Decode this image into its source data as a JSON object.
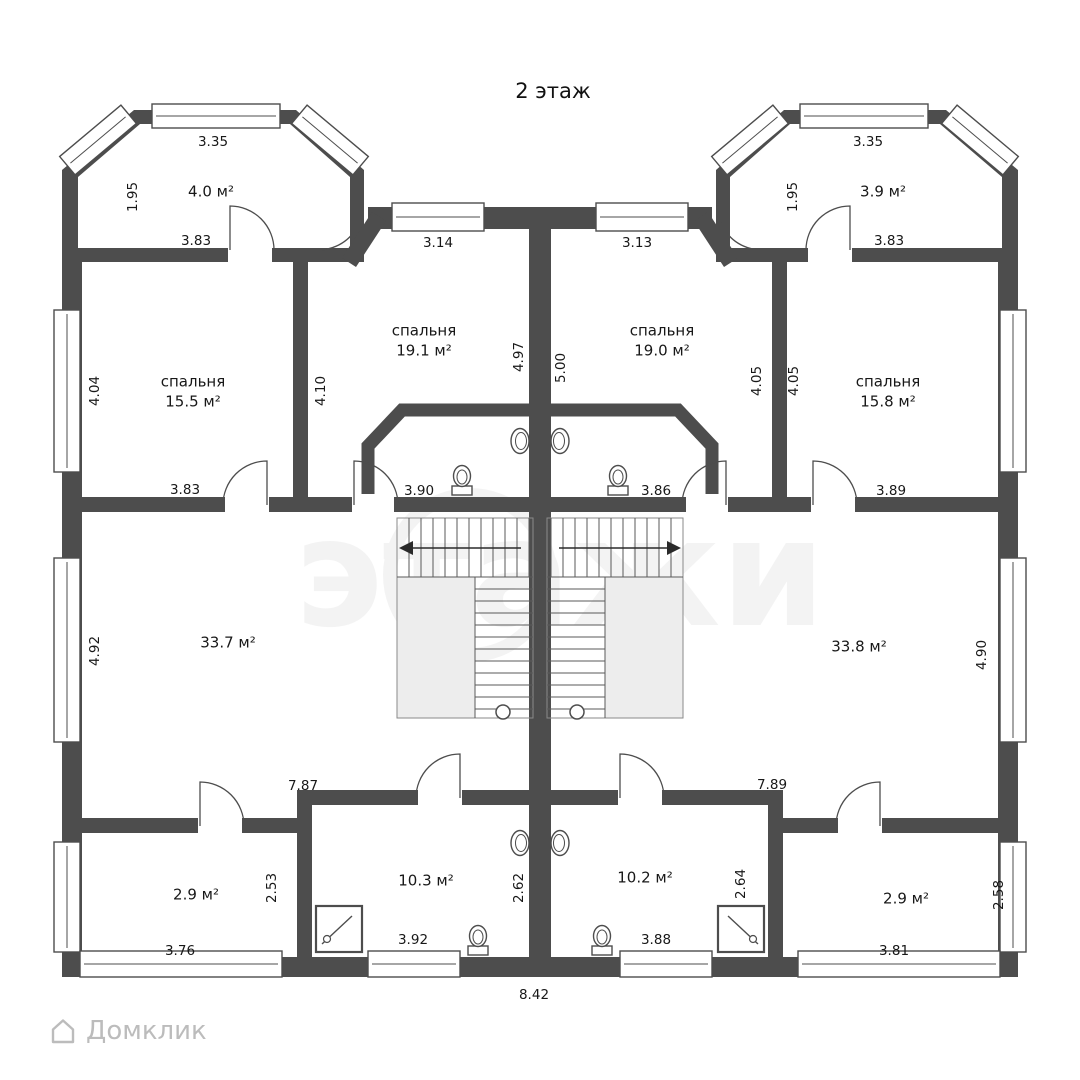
{
  "title": "2 этаж",
  "watermark": {
    "brand": "Домклик",
    "stamp": "этажи"
  },
  "plan": {
    "rooms": {
      "bay_left_area": "4.0 м²",
      "bay_right_area": "3.9 м²",
      "bedroom_left_center": {
        "name": "спальня",
        "area": "19.1 м²"
      },
      "bedroom_right_center": {
        "name": "спальня",
        "area": "19.0 м²"
      },
      "bedroom_left": {
        "name": "спальня",
        "area": "15.5 м²"
      },
      "bedroom_right": {
        "name": "спальня",
        "area": "15.8 м²"
      },
      "living_left": "33.7 м²",
      "living_right": "33.8 м²",
      "bath_left": "10.3 м²",
      "bath_right": "10.2 м²",
      "small_left": "2.9 м²",
      "small_right": "2.9 м²"
    },
    "dims": {
      "bay_left_width": "3.35",
      "bay_left_depth": "1.95",
      "bay_left_bottom": "3.83",
      "top_left": "3.14",
      "top_right": "3.13",
      "bay_right_width": "3.35",
      "bay_right_depth": "1.95",
      "bay_right_bottom": "3.83",
      "bed_left_h": "4.04",
      "bed_left_inner_h": "4.10",
      "party_left_h": "4.97",
      "party_right_h": "5.00",
      "bed_right_inner_h1": "4.05",
      "bed_right_inner_h2": "4.05",
      "bed_left_w": "3.83",
      "hall_left_w": "3.90",
      "hall_right_w": "3.86",
      "bed_right_w": "3.89",
      "living_left_h": "4.92",
      "living_right_h": "4.90",
      "living_left_w": "7.87",
      "living_right_w": "7.89",
      "small_left_h": "2.53",
      "bath_left_h": "2.62",
      "bath_right_h": "2.64",
      "small_right_h": "2.58",
      "small_left_w": "3.76",
      "bath_left_w": "3.92",
      "bath_right_w": "3.88",
      "small_right_w": "3.81",
      "total_bottom_w": "8.42"
    }
  }
}
